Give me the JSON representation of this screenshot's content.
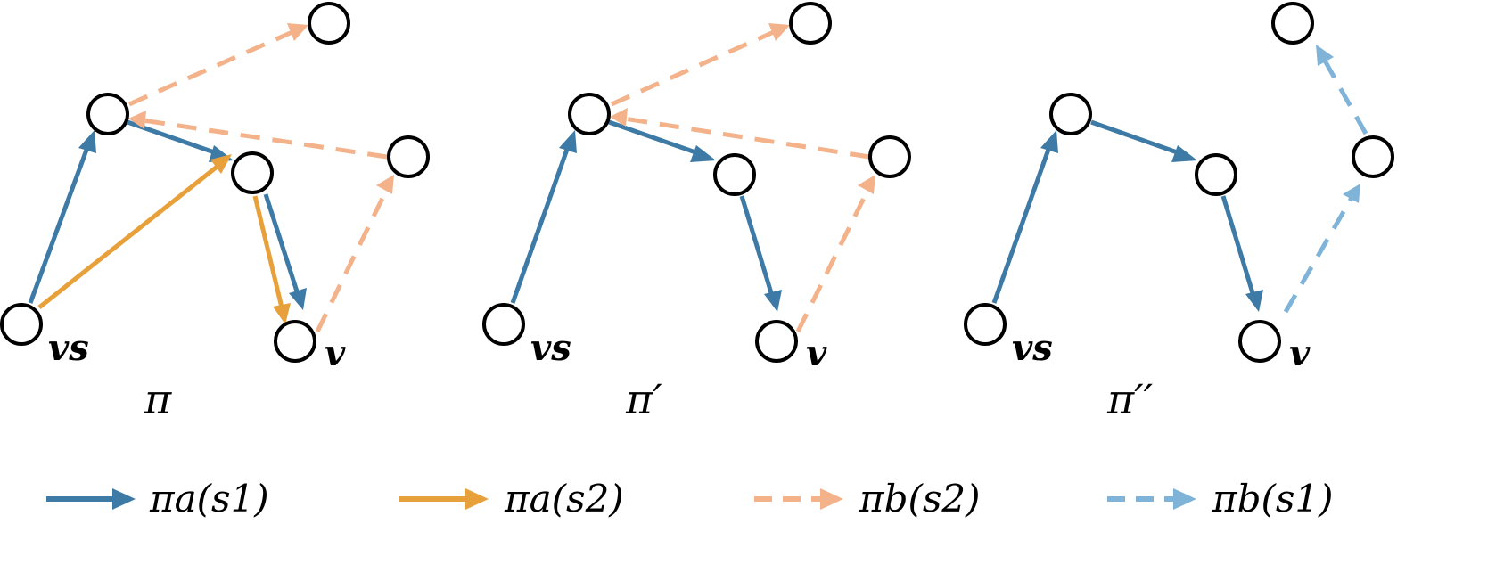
{
  "colors": {
    "pi_a_s1": "#3d7aa6",
    "pi_a_s2": "#e8a03a",
    "pi_b_s2": "#f3b28a",
    "pi_b_s1": "#7fb3d8"
  },
  "panels": [
    {
      "title": "π",
      "start_label": "vs",
      "end_label": "v"
    },
    {
      "title": "π′",
      "start_label": "vs",
      "end_label": "v"
    },
    {
      "title": "π′′",
      "start_label": "vs",
      "end_label": "v"
    }
  ],
  "legend": [
    {
      "label": "πa(s1)",
      "color_key": "pi_a_s1",
      "dashed": false
    },
    {
      "label": "πa(s2)",
      "color_key": "pi_a_s2",
      "dashed": false
    },
    {
      "label": "πb(s2)",
      "color_key": "pi_b_s2",
      "dashed": true
    },
    {
      "label": "πb(s1)",
      "color_key": "pi_b_s1",
      "dashed": true
    }
  ]
}
